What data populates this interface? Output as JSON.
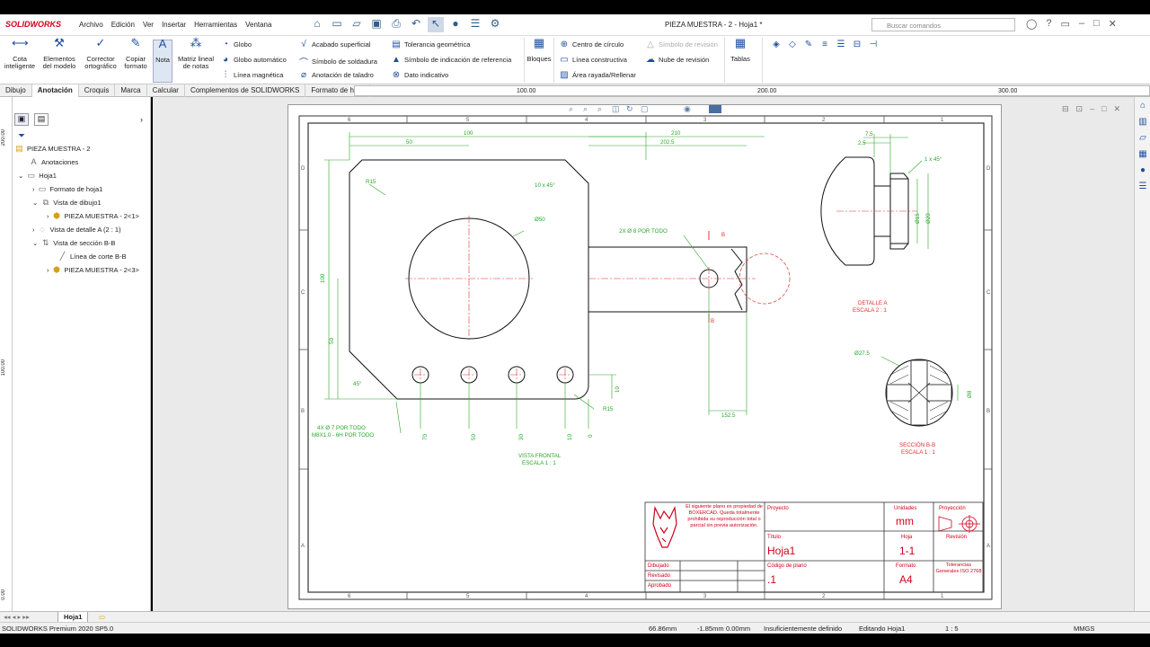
{
  "app": {
    "logo_text": "SOLIDWORKS",
    "document_title": "PIEZA MUESTRA - 2 - Hoja1 *",
    "menus": [
      "Archivo",
      "Edición",
      "Ver",
      "Insertar",
      "Herramientas",
      "Ventana"
    ],
    "search_placeholder": "Buscar comandos"
  },
  "ribbon": {
    "cota": "Cota inteligente",
    "elementos": "Elementos del modelo",
    "corrector": "Corrector ortográfico",
    "copiar": "Copiar formato",
    "nota": "Nota",
    "matriz": "Matriz lineal de notas",
    "globo": "Globo",
    "globo_auto": "Globo automático",
    "linea_mag": "Línea magnética",
    "acabado": "Acabado superficial",
    "soldadura": "Símbolo de soldadura",
    "taladro": "Anotación de taladro",
    "tolerancia": "Tolerancia geométrica",
    "simbolo_ref": "Símbolo de indicación de referencia",
    "dato": "Dato indicativo",
    "bloques": "Bloques",
    "centro": "Centro de círculo",
    "linea_const": "Línea constructiva",
    "area": "Área rayada/Rellenar",
    "simbolo_rev": "Símbolo de revisión",
    "nube": "Nube de revisión",
    "tablas": "Tablas"
  },
  "tabs": [
    "Dibujo",
    "Anotación",
    "Croquis",
    "Marca",
    "Calcular",
    "Complementos de SOLIDWORKS",
    "Formato de hoja"
  ],
  "active_tab": "Anotación",
  "ruler": {
    "t1": "100.00",
    "t2": "200.00",
    "t3": "300.00"
  },
  "left_ruler": {
    "t1": "200.00",
    "t2": "100.00",
    "t3": "0.00"
  },
  "tree": {
    "root": "PIEZA MUESTRA - 2",
    "anotaciones": "Anotaciones",
    "hoja": "Hoja1",
    "formato": "Formato de hoja1",
    "vista_dibujo": "Vista de dibujo1",
    "pieza1": "PIEZA MUESTRA - 2<1>",
    "vista_detalle": "Vista de detalle A (2 : 1)",
    "vista_seccion": "Vista de sección B-B",
    "linea_corte": "Línea de corte B-B",
    "pieza3": "PIEZA MUESTRA - 2<3>"
  },
  "sheet_tab": "Hoja1",
  "drawing": {
    "zones_top": [
      "6",
      "5",
      "4",
      "3",
      "2",
      "1"
    ],
    "zones_side": [
      "D",
      "C",
      "B",
      "A"
    ],
    "dims": {
      "d100": "100",
      "d50": "50",
      "d210": "210",
      "d2025": "202.5",
      "r15": "R15",
      "chamfer": "10 x 45°",
      "dia50": "Ø50",
      "h100": "100",
      "h50": "50",
      "a45": "45°",
      "d10": "10",
      "r15b": "R15",
      "holes_note1": "4X Ø 7 POR TODO",
      "holes_note2": "M8X1.0 - 6H POR TODO",
      "x70": "70",
      "x50": "50",
      "x30": "30",
      "x10": "10",
      "x0": "0",
      "hole2x": "2X Ø 8 POR TODO",
      "d1525": "152.5",
      "b_label": "B",
      "d75": "7.5",
      "d25": "2.5",
      "c1x45": "1 x 45°",
      "dia15": "Ø15",
      "dia20": "Ø20",
      "dia275": "Ø27.5",
      "dia8": "Ø8"
    },
    "labels": {
      "front": "VISTA FRONTAL",
      "front_scale": "ESCALA 1 : 1",
      "detail": "DETALLE A",
      "detail_scale": "ESCALA 2 : 1",
      "section": "SECCIÓN B-B",
      "section_scale": "ESCALA 1 : 1"
    },
    "title_block": {
      "notice": "El siguiente plano es propiedad de BOXERCAD. Queda totalmente prohibida su reproducción total o parcial sin previa autorización.",
      "proyecto": "Proyecto",
      "unidades": "Unidades",
      "unidades_val": "mm",
      "proyeccion": "Proyección",
      "titulo": "Título",
      "titulo_val": "Hoja1",
      "hoja": "Hoja",
      "hoja_val": "1-1",
      "revision": "Revisión",
      "codigo": "Código de plano",
      "codigo_val": ".1",
      "formato": "Formato",
      "formato_val": "A4",
      "tolerancias": "Tolerancias Generales ISO 2768",
      "dibujado": "Dibujado",
      "revisado": "Revisado",
      "aprobado": "Aprobado"
    }
  },
  "status": {
    "product": "SOLIDWORKS Premium 2020 SP5.0",
    "x": "66.86mm",
    "y": "-1.85mm",
    "z": "0.00mm",
    "definido": "Insuficientemente definido",
    "editando": "Editando Hoja1",
    "escala": "1 : 5",
    "units": "MMGS"
  },
  "colors": {
    "accent_red": "#d0021b",
    "dim_green": "#2aa52a",
    "center_red": "#e03030",
    "icon_blue": "#1f4e9e"
  }
}
